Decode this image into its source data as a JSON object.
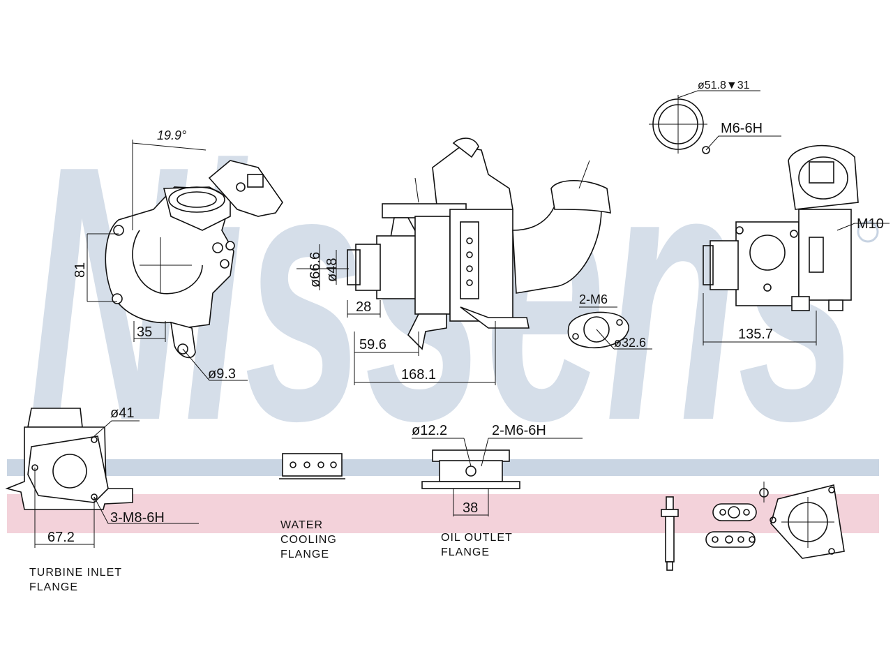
{
  "watermark": {
    "text": "Nissens",
    "color": "#c7d3e2"
  },
  "bands": {
    "blue": "#c9d5e3",
    "pink": "#f3d2da"
  },
  "dimensions": {
    "angle": "19.9°",
    "height_81": "81",
    "width_35": "35",
    "hole_9_3": "ø9.3",
    "dia_66_6": "ø66.6",
    "dia_48": "ø48",
    "len_28": "28",
    "len_59_6": "59.6",
    "len_168_1": "168.1",
    "bolts_2_m6": "2-M6",
    "dia_32_6": "ø32.6",
    "dia_51_8": "ø51.8▼31",
    "thread_m6_6h": "M6-6H",
    "thread_m10": "M10",
    "len_135_7": "135.7",
    "dia_41": "ø41",
    "bolts_3_m8": "3-M8-6H",
    "len_67_2": "67.2",
    "dia_12_2": "ø12.2",
    "bolts_2_m6_6h": "2-M6-6H",
    "len_38": "38"
  },
  "labels": {
    "turbine_inlet_flange_1": "TURBINE INLET",
    "turbine_inlet_flange_2": "FLANGE",
    "water_cooling_1": "WATER",
    "water_cooling_2": "COOLING",
    "water_cooling_3": "FLANGE",
    "oil_outlet_1": "OIL OUTLET",
    "oil_outlet_2": "FLANGE"
  }
}
